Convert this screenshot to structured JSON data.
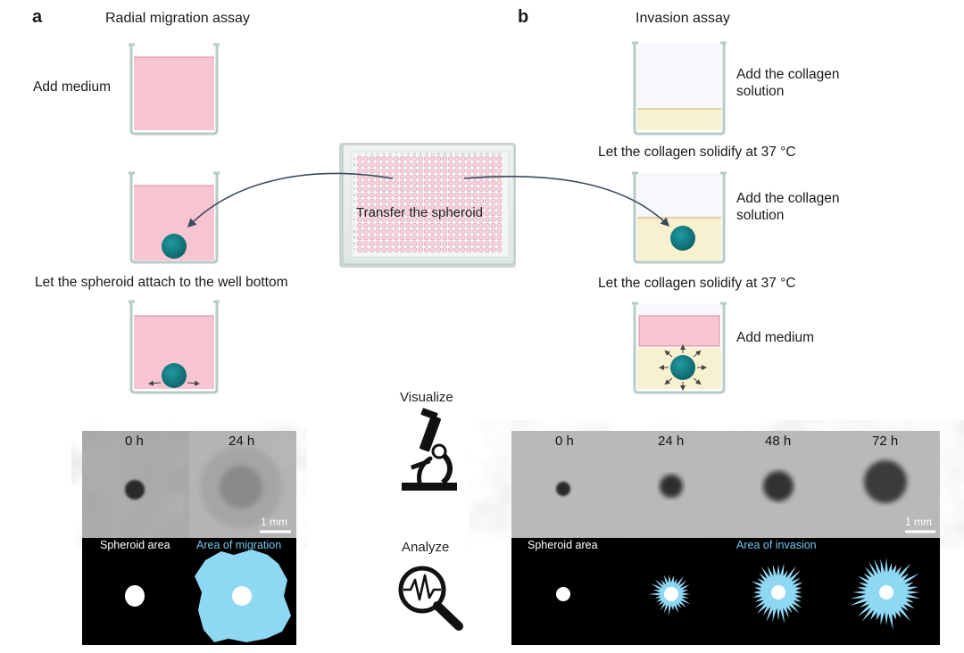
{
  "panel_a": {
    "letter": "a",
    "title": "Radial migration assay",
    "add_medium": "Add medium",
    "attach": "Let the spheroid attach to the well bottom",
    "brightfield_times": [
      "0 h",
      "24 h"
    ],
    "scale_bar": "1 mm",
    "seg_labels": [
      "Spheroid area",
      "Area of migration"
    ]
  },
  "panel_b": {
    "letter": "b",
    "title": "Invasion assay",
    "add_collagen_1": "Add the collagen\nsolution",
    "solidify_1": "Let the collagen solidify at 37 °C",
    "add_collagen_2": "Add the collagen\nsolution",
    "solidify_2": "Let the collagen solidify at 37 °C",
    "add_medium": "Add medium",
    "brightfield_times": [
      "0 h",
      "24 h",
      "48 h",
      "72 h"
    ],
    "scale_bar": "1 mm",
    "seg_labels": [
      "Spheroid area",
      "Area of invasion"
    ]
  },
  "center": {
    "transfer": "Transfer the spheroid",
    "visualize": "Visualize",
    "analyze": "Analyze",
    "plate_cols": [
      "1",
      "2",
      "3",
      "4",
      "5",
      "6",
      "7",
      "8",
      "9",
      "10",
      "11",
      "12",
      "13",
      "14",
      "15",
      "16",
      "17",
      "18",
      "19",
      "20",
      "21",
      "22",
      "23",
      "24"
    ],
    "plate_rows": [
      "A",
      "B",
      "C",
      "D",
      "E",
      "F",
      "G",
      "H",
      "I",
      "J",
      "K",
      "L",
      "M",
      "N",
      "O",
      "P"
    ]
  },
  "colors": {
    "medium_pink": "#f7c4d2",
    "collagen_yellow": "#f8f1cf",
    "spheroid_teal": "#137d84",
    "migration_blue": "#8fd8f4",
    "label_blue": "#6fc7ec",
    "well_wall": "#b7cbc7"
  }
}
